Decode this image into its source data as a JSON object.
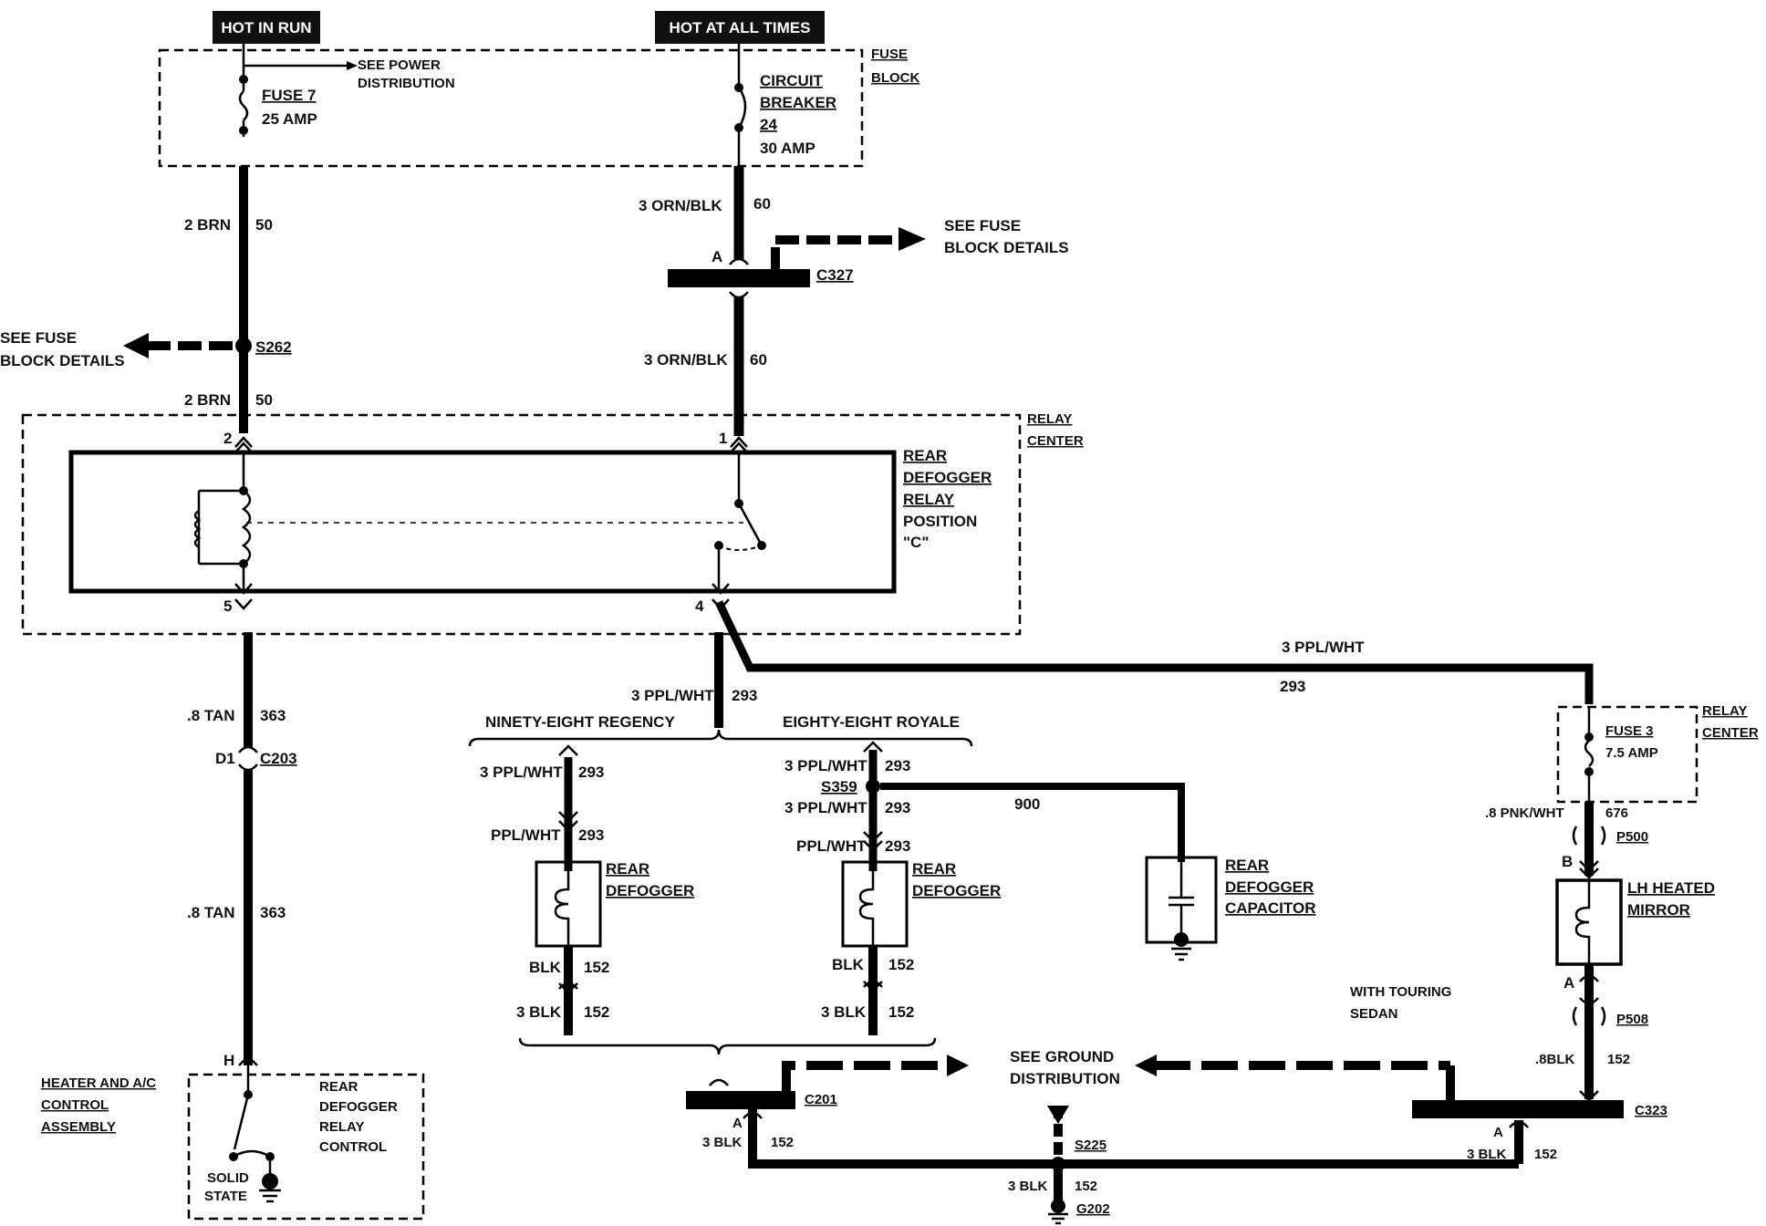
{
  "headers": {
    "hot_in_run": "HOT IN RUN",
    "hot_at_all_times": "HOT AT ALL TIMES"
  },
  "fuse_block": {
    "name_line1": "FUSE",
    "name_line2": "BLOCK",
    "fuse7_name": "FUSE 7",
    "fuse7_rating": "25 AMP",
    "see_power_line1": "SEE POWER",
    "see_power_line2": "DISTRIBUTION",
    "cb_line1": "CIRCUIT",
    "cb_line2": "BREAKER",
    "cb_line3": "24",
    "cb_rating": "30 AMP"
  },
  "wires_left": {
    "brn_a": "2 BRN",
    "brn_a_num": "50",
    "brn_b": "2 BRN",
    "brn_b_num": "50",
    "splice_s262": "S262",
    "see_fuse_line1": "SEE FUSE",
    "see_fuse_line2": "BLOCK DETAILS",
    "tan_a": ".8 TAN",
    "tan_a_num": "363",
    "d1": "D1",
    "c203": "C203",
    "tan_b": ".8 TAN",
    "tan_b_num": "363",
    "pin_h": "H"
  },
  "wires_mid": {
    "orn_a": "3 ORN/BLK",
    "orn_a_num": "60",
    "pin_a": "A",
    "c327": "C327",
    "see_fuse_line1": "SEE FUSE",
    "see_fuse_line2": "BLOCK DETAILS",
    "orn_b": "3 ORN/BLK",
    "orn_b_num": "60"
  },
  "relay_center": {
    "name_line1": "RELAY",
    "name_line2": "CENTER",
    "pin2": "2",
    "pin1": "1",
    "pin5": "5",
    "pin4": "4",
    "relay_line1": "REAR",
    "relay_line2": "DEFOGGER",
    "relay_line3": "RELAY",
    "relay_line4": "POSITION",
    "relay_line5": "\"C\""
  },
  "branches": {
    "ppl_main": "3 PPL/WHT",
    "ppl_main_num": "293",
    "ppl_top": "3 PPL/WHT",
    "ppl_top_num": "293",
    "ninety_eight": "NINETY-EIGHT REGENCY",
    "eighty_eight": "EIGHTY-EIGHT ROYALE",
    "l_ppl1": "3 PPL/WHT",
    "l_ppl1_num": "293",
    "l_ppl2": "PPL/WHT",
    "l_ppl2_num": "293",
    "l_def_line1": "REAR",
    "l_def_line2": "DEFOGGER",
    "l_blk1": "BLK",
    "l_blk1_num": "152",
    "l_blk2": "3 BLK",
    "l_blk2_num": "152",
    "r_ppl1": "3 PPL/WHT",
    "r_ppl1_num": "293",
    "s359": "S359",
    "r_ppl2": "3 PPL/WHT",
    "r_ppl2_num": "293",
    "r_ppl3": "PPL/WHT",
    "r_ppl3_num": "293",
    "r_def_line1": "REAR",
    "r_def_line2": "DEFOGGER",
    "r_blk1": "BLK",
    "r_blk1_num": "152",
    "r_blk2": "3 BLK",
    "r_blk2_num": "152",
    "wire_900": "900",
    "cap_line1": "REAR",
    "cap_line2": "DEFOGGER",
    "cap_line3": "CAPACITOR"
  },
  "mirror": {
    "rc_line1": "RELAY",
    "rc_line2": "CENTER",
    "fuse3": "FUSE 3",
    "fuse3_rating": "7.5 AMP",
    "pnk": ".8 PNK/WHT",
    "pnk_num": "676",
    "p500": "P500",
    "pin_b": "B",
    "mirror_line1": "LH HEATED",
    "mirror_line2": "MIRROR",
    "pin_a": "A",
    "p508": "P508",
    "blk": ".8BLK",
    "blk_num": "152",
    "touring_line1": "WITH TOURING",
    "touring_line2": "SEDAN",
    "c323": "C323",
    "pin_a2": "A",
    "blk2": "3 BLK",
    "blk2_num": "152"
  },
  "ground": {
    "c201": "C201",
    "pin_a": "A",
    "blk": "3 BLK",
    "blk_num": "152",
    "see_ground_line1": "SEE GROUND",
    "see_ground_line2": "DISTRIBUTION",
    "s225": "S225",
    "blk2": "3 BLK",
    "blk2_num": "152",
    "g202": "G202"
  },
  "hvac": {
    "name_line1": "HEATER AND A/C",
    "name_line2": "CONTROL",
    "name_line3": "ASSEMBLY",
    "ctrl_line1": "REAR",
    "ctrl_line2": "DEFOGGER",
    "ctrl_line3": "RELAY",
    "ctrl_line4": "CONTROL",
    "solid_line1": "SOLID",
    "solid_line2": "STATE"
  }
}
